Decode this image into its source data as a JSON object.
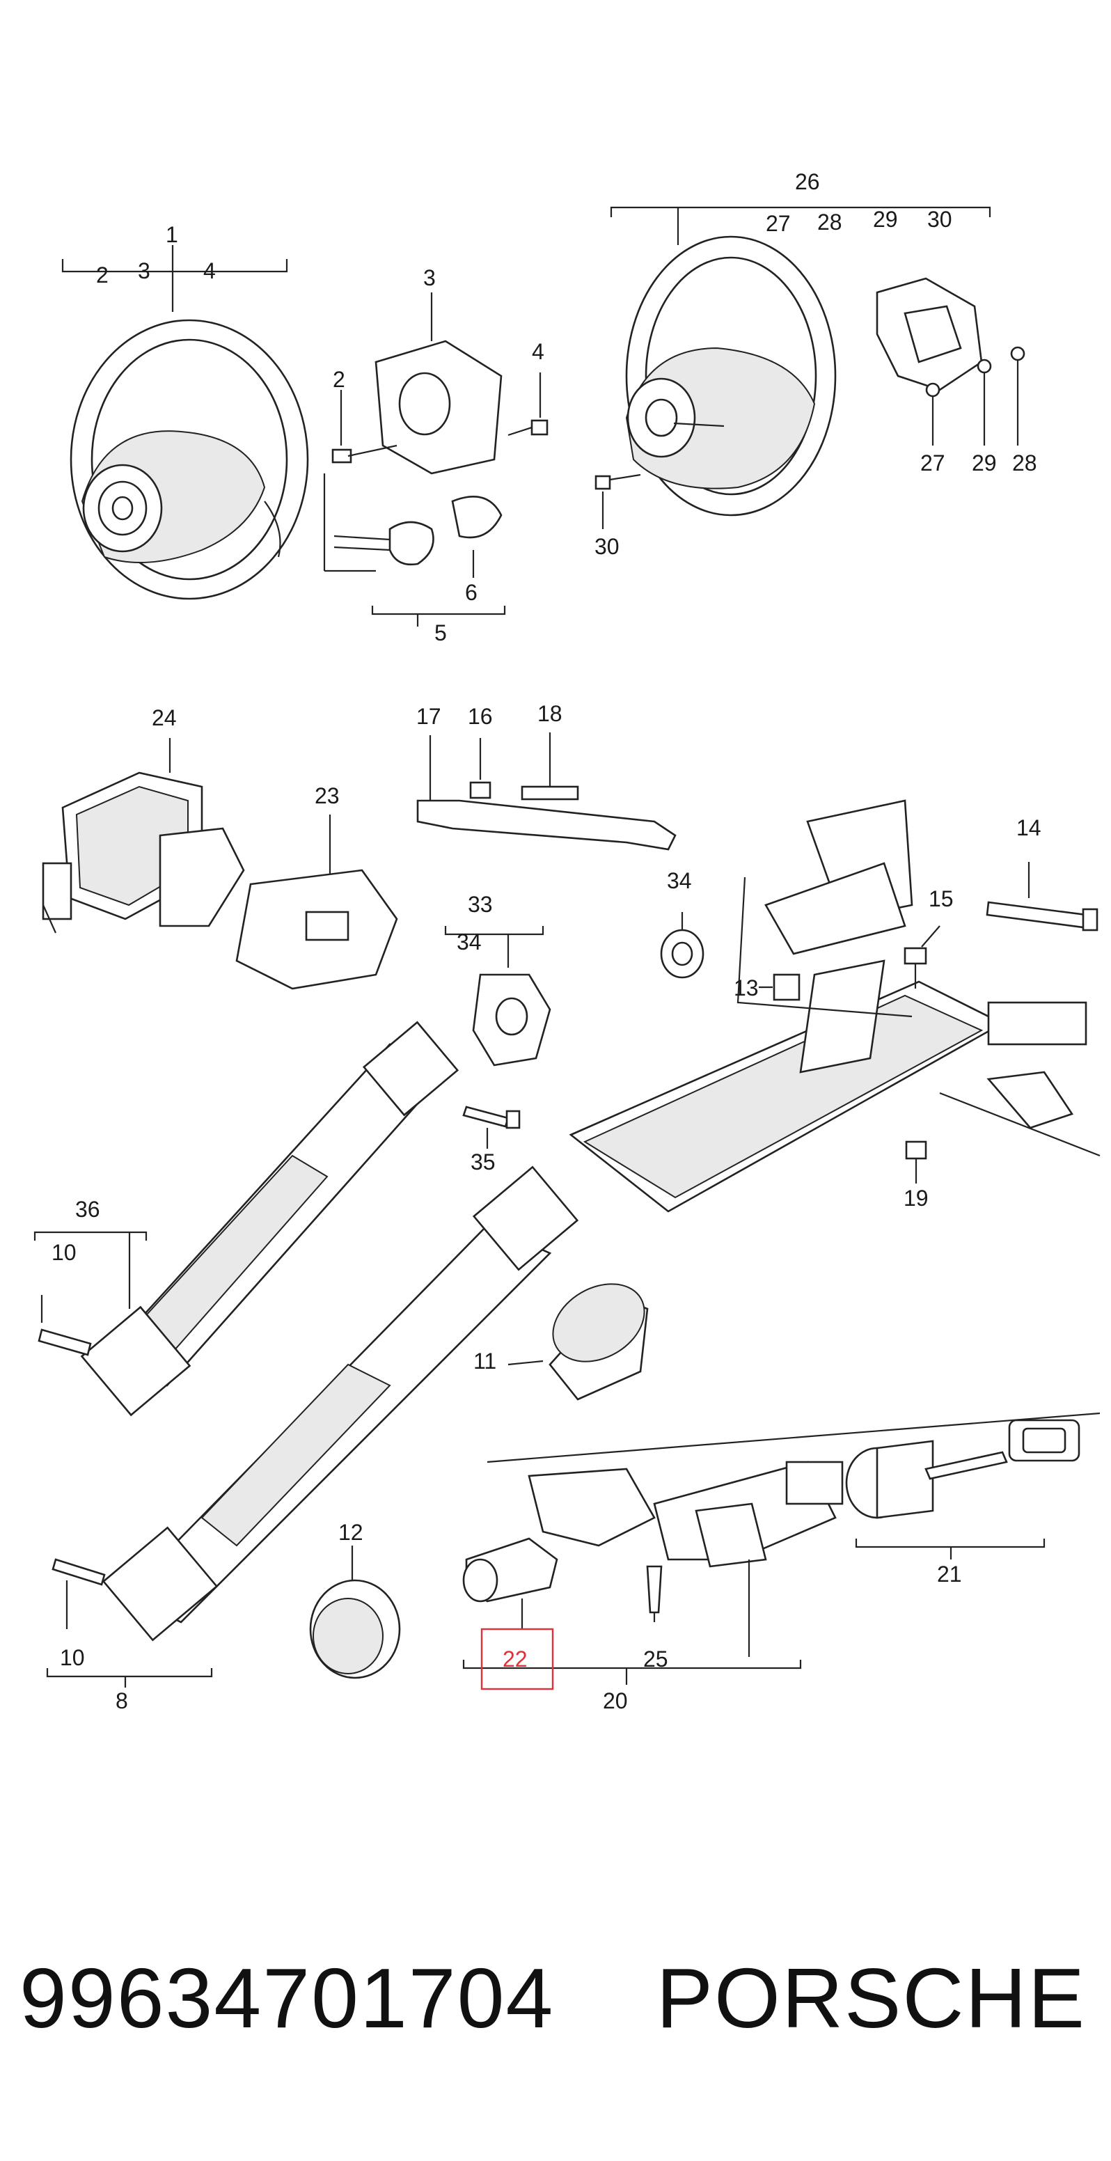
{
  "callouts": {
    "c1": "1",
    "c2a": "2",
    "c3a": "3",
    "c4a": "4",
    "c3": "3",
    "c2": "2",
    "c4": "4",
    "c5": "5",
    "c6": "6",
    "c26": "26",
    "c27a": "27",
    "c28a": "28",
    "c29a": "29",
    "c30a": "30",
    "c27": "27",
    "c29": "29",
    "c28": "28",
    "c30": "30",
    "c24": "24",
    "c23": "23",
    "c17": "17",
    "c16": "16",
    "c18": "18",
    "c14": "14",
    "c15": "15",
    "c34": "34",
    "c33": "33",
    "c34b": "34",
    "c13": "13",
    "c35": "35",
    "c19": "19",
    "c36": "36",
    "c10a": "10",
    "c11": "11",
    "c12": "12",
    "c22": "22",
    "c25": "25",
    "c20": "20",
    "c21": "21",
    "c10b": "10",
    "c8": "8"
  },
  "highlight": {
    "label": "22",
    "color": "#e0303a"
  },
  "footer": {
    "part_number": "99634701704",
    "brand": "PORSCHE"
  }
}
